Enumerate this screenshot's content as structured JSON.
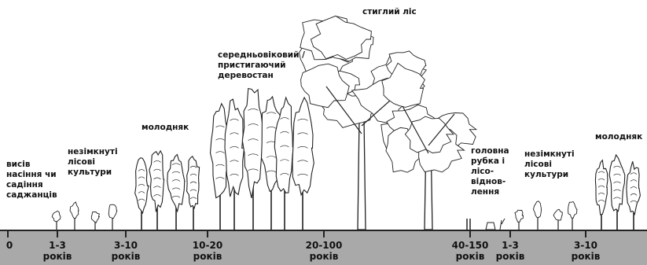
{
  "stages": [
    {
      "id": "seeding",
      "lines": [
        "висів",
        "насіння чи",
        "садіння",
        "саджанців"
      ]
    },
    {
      "id": "open-culture-1",
      "lines": [
        "незімкнуті",
        "лісові",
        "культури"
      ]
    },
    {
      "id": "young-1",
      "lines": [
        "молодняк"
      ]
    },
    {
      "id": "middle-aged",
      "lines": [
        "середньовіковий /",
        "пристигаючий",
        "деревостан"
      ]
    },
    {
      "id": "mature",
      "lines": [
        "стиглий ліс"
      ]
    },
    {
      "id": "harvest",
      "lines": [
        "головна",
        "рубка і",
        "лісо-",
        "віднов-",
        "лення"
      ]
    },
    {
      "id": "open-culture-2",
      "lines": [
        "незімкнуті",
        "лісові",
        "культури"
      ]
    },
    {
      "id": "young-2",
      "lines": [
        "молодняк"
      ]
    }
  ],
  "timeline": {
    "ticks": [
      {
        "value": "0",
        "unit": ""
      },
      {
        "value": "1-3",
        "unit": "років"
      },
      {
        "value": "3-10",
        "unit": "років"
      },
      {
        "value": "10-20",
        "unit": "років"
      },
      {
        "value": "20-100",
        "unit": "років"
      },
      {
        "value": "40-150",
        "unit": "років"
      },
      {
        "value": "1-3",
        "unit": "років"
      },
      {
        "value": "3-10",
        "unit": "років"
      }
    ]
  },
  "colors": {
    "ground_band": "#a9a9a9",
    "line": "#222222",
    "foliage": "#ffffff"
  }
}
